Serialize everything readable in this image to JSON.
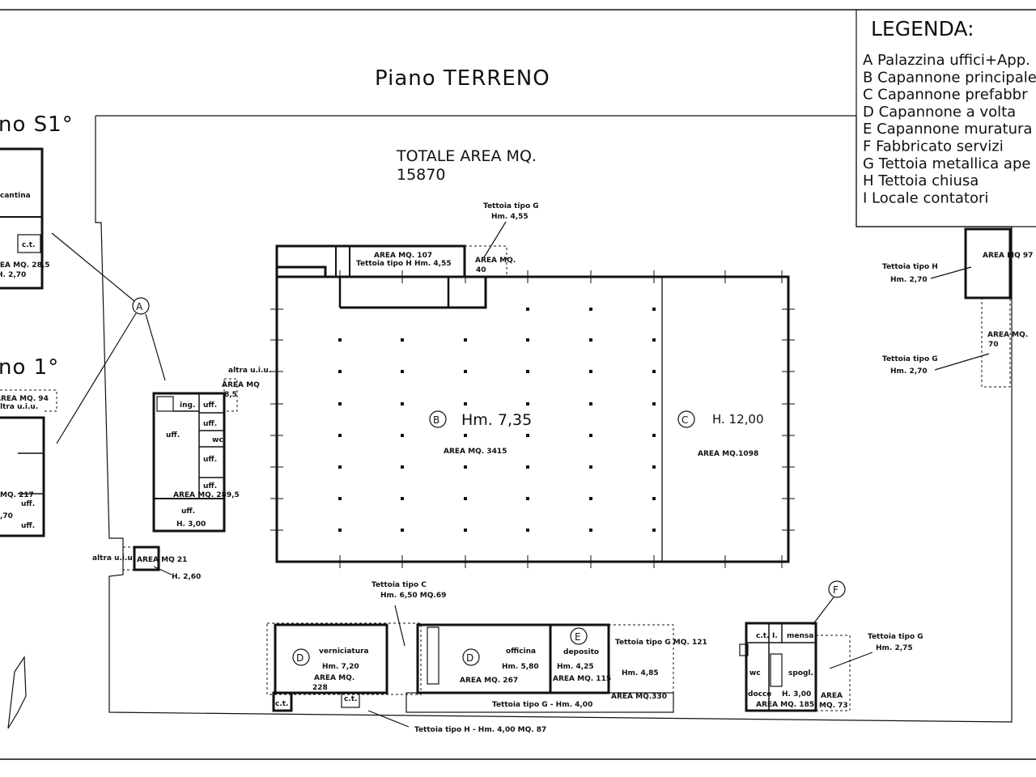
{
  "plan_title": "Piano TERRENO",
  "floor_s1_partial": "no S1°",
  "floor_1_partial": "no 1°",
  "total_area": {
    "line1": "TOTALE AREA MQ.",
    "line2": "15870"
  },
  "legend": {
    "title": "LEGENDA:",
    "items": [
      "A Palazzina uffici+App.",
      "B Capannone principale",
      "C Capannone prefabbr",
      "D Capannone a volta",
      "E Capannone muratura",
      "F Fabbricato servizi",
      "G Tettoia metallica ape",
      "H Tettoia chiusa",
      "I Locale contatori"
    ]
  },
  "markers": {
    "A": "A",
    "B": "B",
    "C": "C",
    "D": "D",
    "E": "E",
    "F": "F"
  },
  "building_b": {
    "height": "Hm. 7,35",
    "area": "AREA MQ. 3415"
  },
  "building_c": {
    "height": "H. 12,00",
    "area": "AREA MQ.1098"
  },
  "top_annexes": {
    "tettoia_g_label": "Tettoia tipo G",
    "tettoia_g_height": "Hm. 4,55",
    "area_107": "AREA MQ. 107",
    "tettoia_h_inline": "Tettoia tipo H Hm. 4,55",
    "area_40": "AREA MQ.",
    "area_40_value": "40"
  },
  "right_annexes": {
    "h_label": "Tettoia tipo H",
    "h_height": "Hm. 2,70",
    "h_area": "AREA MQ 97",
    "g_label": "Tettoia tipo G",
    "g_height": "Hm. 2,70",
    "g_area": "AREA MQ.",
    "g_area_value": "70"
  },
  "building_a": {
    "altra_ulu": "altra u.i.u.",
    "area_mq": "AREA MQ",
    "area_mq_value": "8,5",
    "ing": "ing.",
    "uff": "uff.",
    "wc": "wc",
    "area_main": "AREA MQ. 289,5",
    "uff_bottom": "uff.",
    "height": "H. 3,00"
  },
  "contatori": {
    "altra": "altra u.i.u.",
    "area": "AREA MQ 21",
    "height": "H. 2,60"
  },
  "left_fragments": {
    "s1_ct": "c.t.",
    "s1_area": "AREA MQ. 28,5",
    "s1_height": "H. 2,70",
    "s1_cantina": "cantina",
    "p1_area": "AREA MQ. 94",
    "p1_altra": "altra u.i.u.",
    "p1_area2": "MQ. 217",
    "p1_height": ",70",
    "p1_uff1": "uff.",
    "p1_uff2": "uff."
  },
  "bottom_left": {
    "tettoia_c_label": "Tettoia tipo C",
    "tettoia_c_value": "Hm. 6,50 MQ.69",
    "d1_name": "verniciatura",
    "d1_height": "Hm. 7,20",
    "d1_area": "AREA MQ.",
    "d1_area_value": "228",
    "ct": "c.t.",
    "d2_name": "officina",
    "d2_height": "Hm. 5,80",
    "d2_area": "AREA MQ. 267",
    "e_name": "deposito",
    "e_height": "Hm. 4,25",
    "e_area": "AREA MQ. 115",
    "g121": "Tettoia tipo G MQ. 121",
    "h485": "Hm. 4,85",
    "tettoia_g_bottom": "Tettoia tipo G - Hm. 4,00",
    "area330": "AREA MQ.330",
    "tettoia_h_bottom": "Tettoia tipo H - Hm. 4,00 MQ. 87"
  },
  "building_f": {
    "ct": "c.t.",
    "i": "I.",
    "mensa": "mensa",
    "wc": "wc",
    "spogl": "spogl.",
    "docce": "docce",
    "height": "H. 3,00",
    "area": "AREA MQ. 185",
    "area2": "AREA",
    "area2_value": "MQ. 73",
    "g_label": "Tettoia tipo G",
    "g_height": "Hm. 2,75"
  }
}
